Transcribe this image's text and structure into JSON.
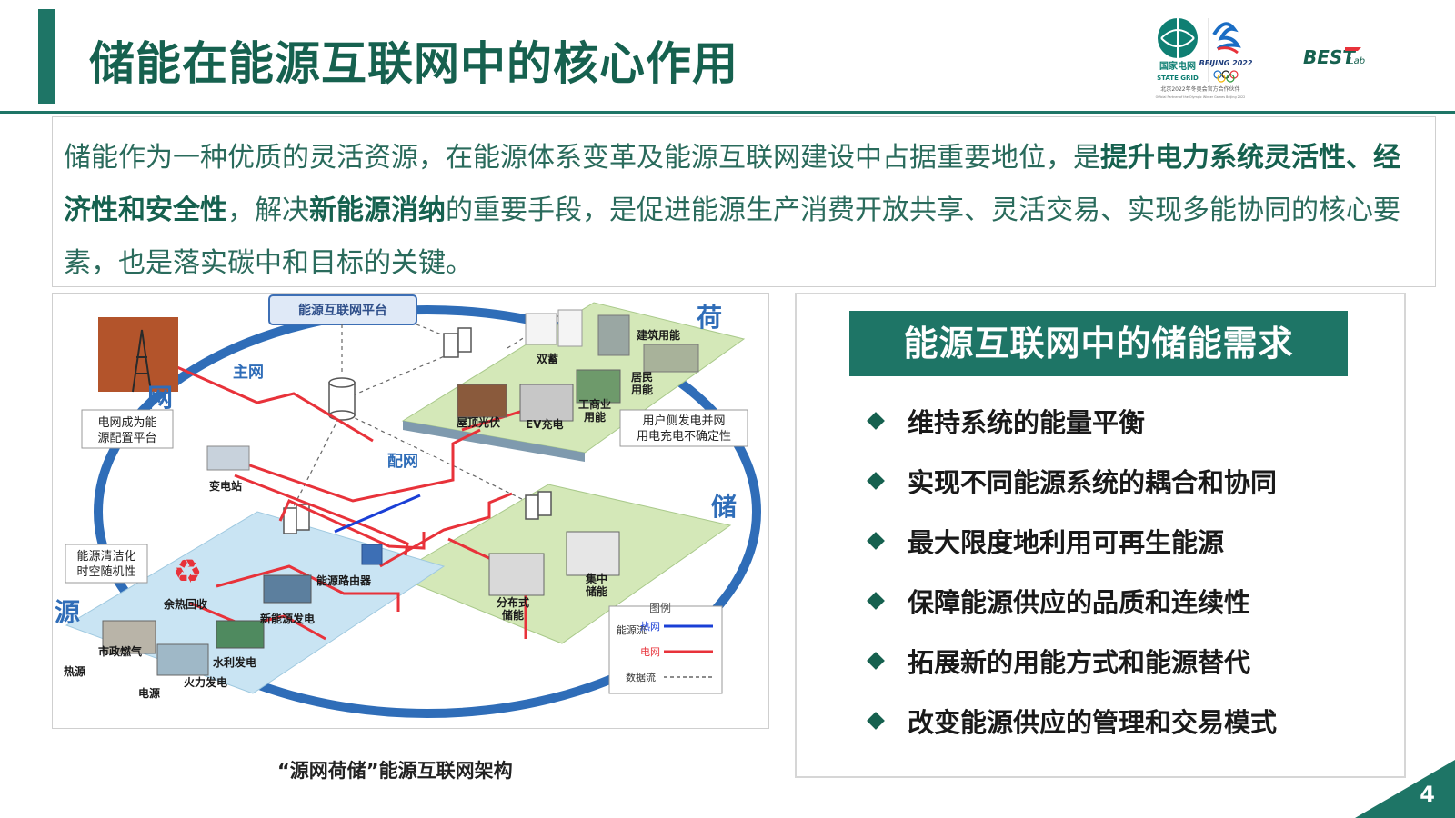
{
  "slide": {
    "title": "储能在能源互联网中的核心作用",
    "page_number": "4"
  },
  "logos": {
    "sgcc_cn": "国家电网",
    "sgcc_en": "STATE GRID",
    "beijing": "BEIJING 2022",
    "partner_line": "北京2022年冬奥会官方合作伙伴",
    "partner_en": "Official Partner of the Olympic Winter Games Beijing 2022",
    "best": "BEST",
    "best_sub": "Lab"
  },
  "intro": {
    "part1": "储能作为一种优质的灵活资源，在能源体系变革及能源互联网建设中占据重要地位，是",
    "bold1": "提升电力系统灵活性、经济性和安全性",
    "part2": "，解决",
    "bold2": "新能源消纳",
    "part3": "的重要手段，是促进能源生产消费开放共享、灵活交易、实现多能协同的核心要素，也是落实碳中和目标的关键。"
  },
  "diagram": {
    "platform": "能源互联网平台",
    "grid_big": "网",
    "load_big": "荷",
    "storage_big": "储",
    "source_big": "源",
    "main_grid": "主网",
    "dist_grid": "配网",
    "grid_note_1": "电网成为能",
    "grid_note_2": "源配置平台",
    "substation": "变电站",
    "dual_storage": "双蓄",
    "building": "建筑用能",
    "residential_1": "居民",
    "residential_2": "用能",
    "rooftop_pv": "屋顶光伏",
    "ev_charging": "EV充电",
    "commercial_1": "工商业",
    "commercial_2": "用能",
    "user_note_1": "用户侧发电并网",
    "user_note_2": "用电充电不确定性",
    "router": "能源路由器",
    "distributed_1": "分布式",
    "distributed_2": "储能",
    "central_1": "集中",
    "central_2": "储能",
    "clean_note_1": "能源清洁化",
    "clean_note_2": "时空随机性",
    "waste_heat": "余热回收",
    "renewable": "新能源发电",
    "municipal_gas": "市政燃气",
    "hydro": "水利发电",
    "thermal": "火力发电",
    "heat_source": "热源",
    "power_source": "电源",
    "legend_title": "图例",
    "legend_energy_flow": "能源流",
    "legend_heat": "热网",
    "legend_power": "电网",
    "legend_data": "数据流"
  },
  "caption": "“源网荷储”能源互联网架构",
  "needs": {
    "title": "能源互联网中的储能需求",
    "items": [
      "维持系统的能量平衡",
      "实现不同能源系统的耦合和协同",
      "最大限度地利用可再生能源",
      "保障能源供应的品质和连续性",
      "拓展新的用能方式和能源替代",
      "改变能源供应的管理和交易模式"
    ]
  },
  "colors": {
    "primary": "#1e7566",
    "title_text": "#16614f",
    "power_line": "#e8323a",
    "heat_line": "#1a3fd6",
    "platform_box": "#3d6fb5"
  }
}
